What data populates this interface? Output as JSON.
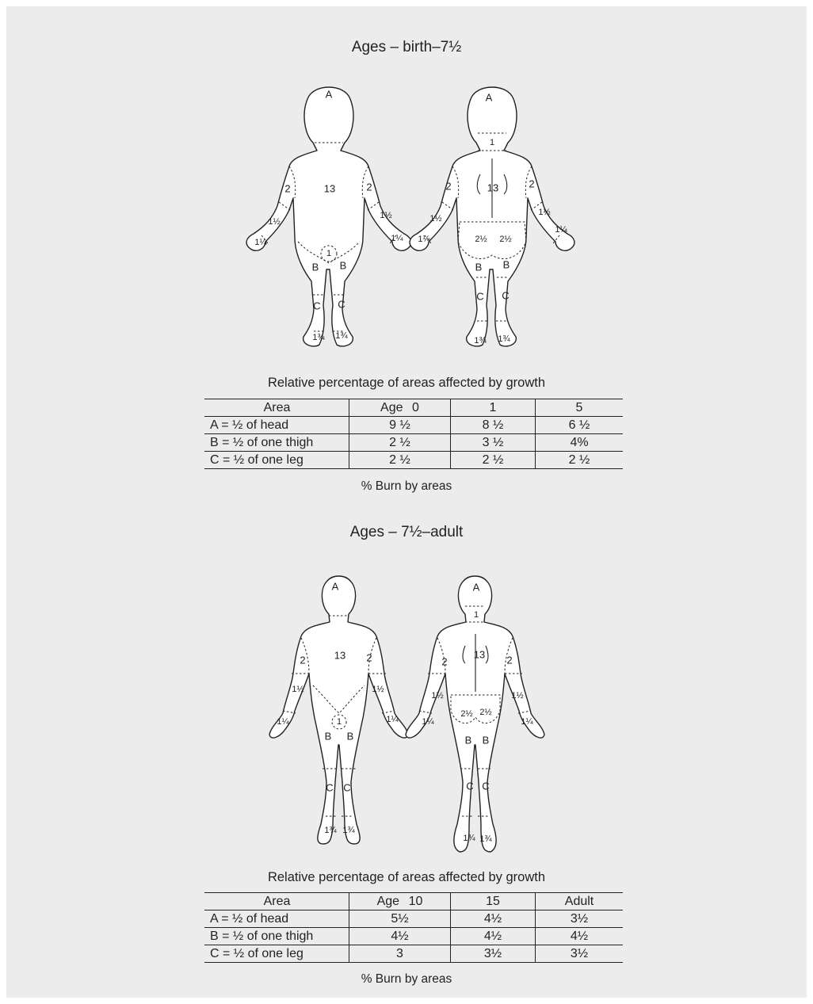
{
  "section1": {
    "title": "Ages – birth–7½",
    "caption": "Relative percentage of areas affected by growth",
    "table": {
      "headers": [
        "Area",
        "Age",
        "0",
        "1",
        "5"
      ],
      "rows": [
        [
          "A = ½ of head",
          "9 ½",
          "8 ½",
          "6 ½"
        ],
        [
          "B = ½ of one thigh",
          "2 ½",
          "3 ½",
          "4%"
        ],
        [
          "C = ½ of one leg",
          "2 ½",
          "2 ½",
          "2 ½"
        ]
      ]
    },
    "note": "% Burn by areas",
    "front_labels": {
      "head": "A",
      "trunk": "13",
      "upper_arm": "2",
      "forearm": "1½",
      "hand": "1¼",
      "genitals": "1",
      "thigh": "B",
      "leg": "C",
      "foot": "1¾"
    },
    "back_labels": {
      "head": "A",
      "neck": "1",
      "trunk": "13",
      "upper_arm": "2",
      "forearm": "1½",
      "hand": "1¼",
      "buttock": "2½",
      "thigh": "B",
      "leg": "C",
      "foot": "1¾"
    }
  },
  "section2": {
    "title": "Ages – 7½–adult",
    "caption": "Relative percentage of areas affected by growth",
    "table": {
      "headers": [
        "Area",
        "Age",
        "10",
        "15",
        "Adult"
      ],
      "rows": [
        [
          "A = ½ of head",
          "5½",
          "4½",
          "3½"
        ],
        [
          "B = ½ of one thigh",
          "4½",
          "4½",
          "4½"
        ],
        [
          "C = ½ of one leg",
          "3",
          "3½",
          "3½"
        ]
      ]
    },
    "note": "% Burn by areas",
    "front_labels": {
      "head": "A",
      "trunk": "13",
      "upper_arm": "2",
      "forearm": "1½",
      "hand": "1¼",
      "genitals": "1",
      "thigh": "B",
      "leg": "C",
      "foot": "1¾"
    },
    "back_labels": {
      "head": "A",
      "neck": "1",
      "trunk": "13",
      "upper_arm": "2",
      "forearm": "1½",
      "hand": "1¼",
      "buttock": "2½",
      "thigh": "B",
      "leg": "C",
      "foot": "1¾"
    }
  }
}
